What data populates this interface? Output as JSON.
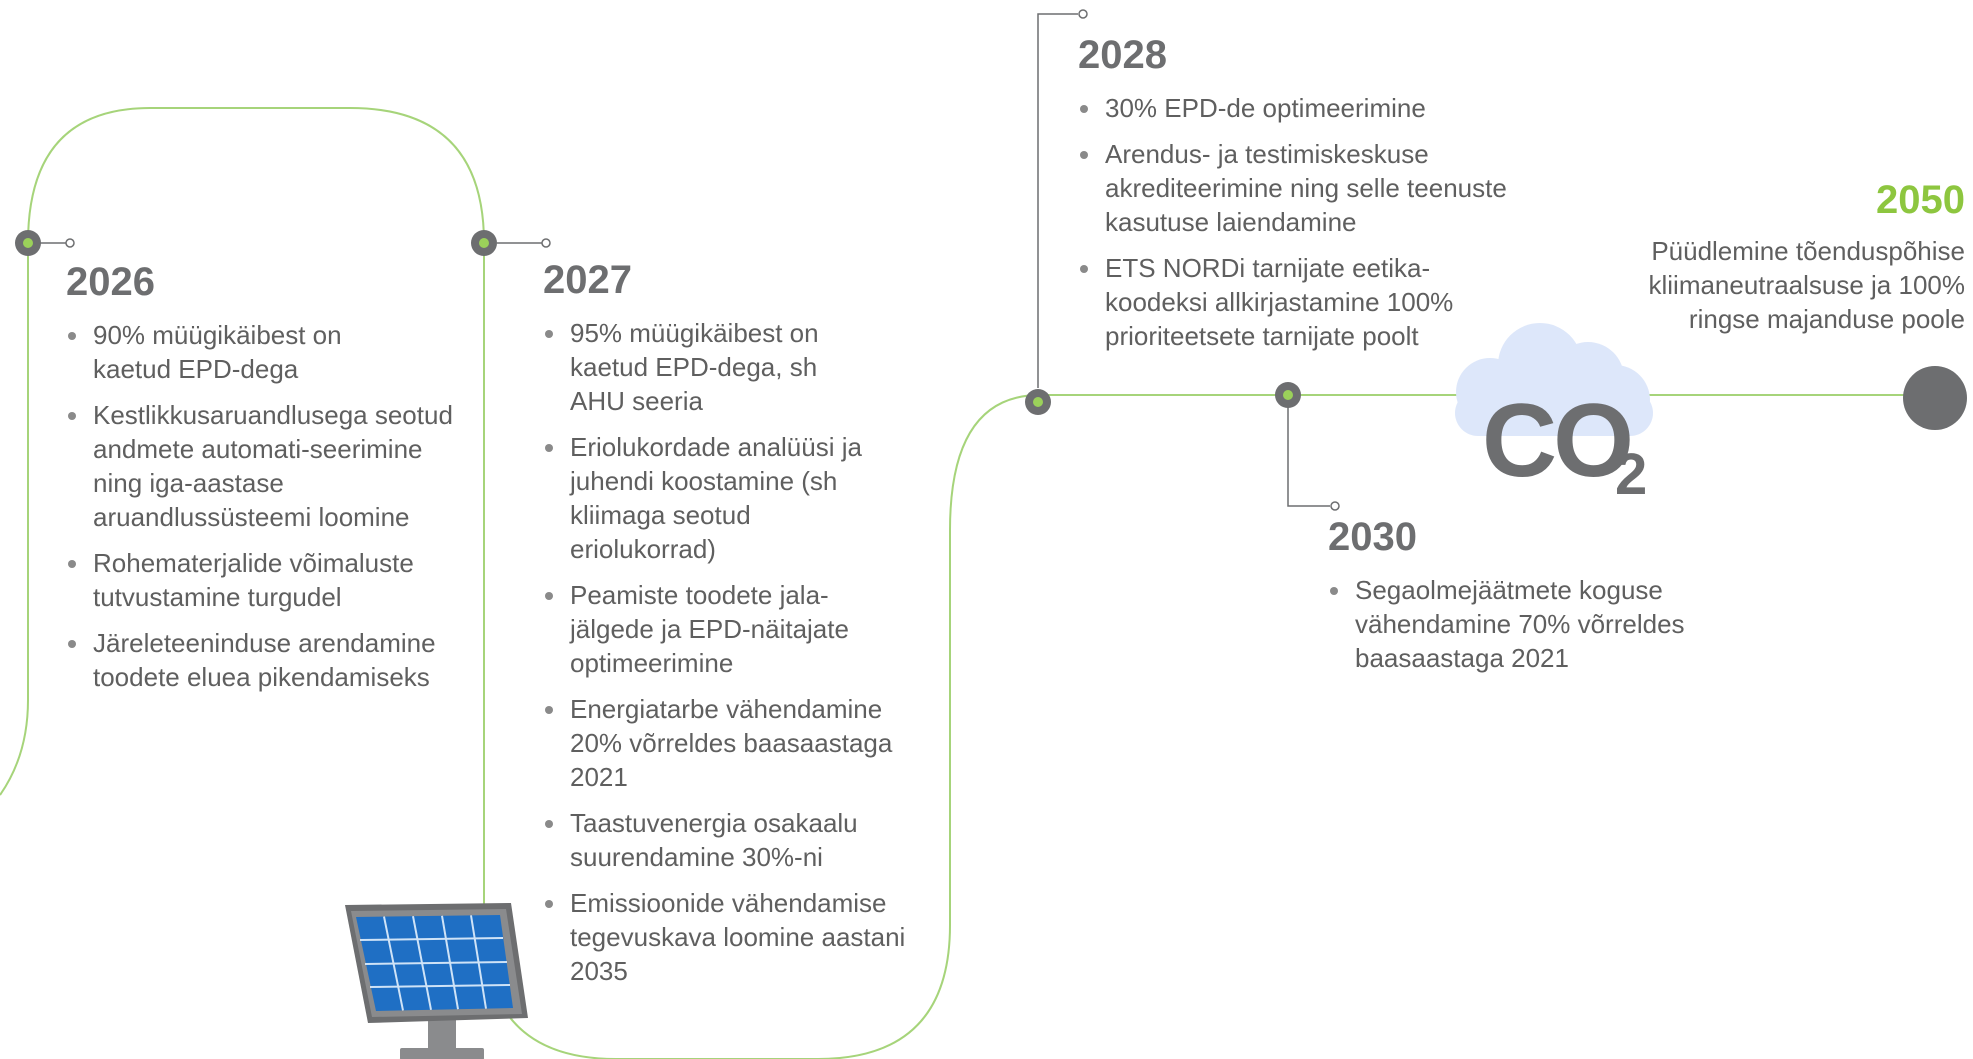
{
  "colors": {
    "accent": "#8dc63f",
    "text": "#5f5f5f",
    "year": "#6d6e70",
    "node": "#6d6e70",
    "cloud": "#dde7fa",
    "panel": "#1f6fc4"
  },
  "milestones": [
    {
      "year": "2026",
      "items": [
        "90% müügikäibest on kaetud EPD-dega",
        "Kestlikkusaruandlusega seotud andmete automati-seerimine ning iga-aastase aruandlussüsteemi loomine",
        "Rohematerjalide võimaluste tutvustamine turgudel",
        "Järeleteeninduse arendamine toodete eluea pikendamiseks"
      ]
    },
    {
      "year": "2027",
      "items": [
        "95% müügikäibest on kaetud EPD-dega, sh AHU seeria",
        "Eriolukordade analüüsi ja juhendi koostamine (sh kliimaga seotud eriolukorrad)",
        "Peamiste toodete jala-jälgede ja EPD-näitajate optimeerimine",
        "Energiatarbe vähendamine 20% võrreldes baasaastaga 2021",
        "Taastuvenergia osakaalu suurendamine 30%-ni",
        "Emissioonide vähendamise tegevuskava loomine aastani 2035"
      ]
    },
    {
      "year": "2028",
      "items": [
        "30% EPD-de optimeerimine",
        "Arendus- ja testimiskeskuse akrediteerimine ning selle teenuste kasutuse laiendamine",
        "ETS NORDi tarnijate eetika-koodeksi allkirjastamine 100% prioriteetsete tarnijate poolt"
      ]
    },
    {
      "year": "2030",
      "items": [
        "Segaolmejäätmete koguse vähendamine 70% võrreldes baasaastaga 2021"
      ]
    }
  ],
  "goal": {
    "year": "2050",
    "text": "Püüdlemine tõenduspõhise kliimaneutraalsuse ja 100% ringse majanduse poole"
  },
  "icons": {
    "cloud": "co2-cloud-icon",
    "solar": "solar-panel-icon"
  },
  "co2": {
    "main": "CO",
    "sub": "2"
  }
}
